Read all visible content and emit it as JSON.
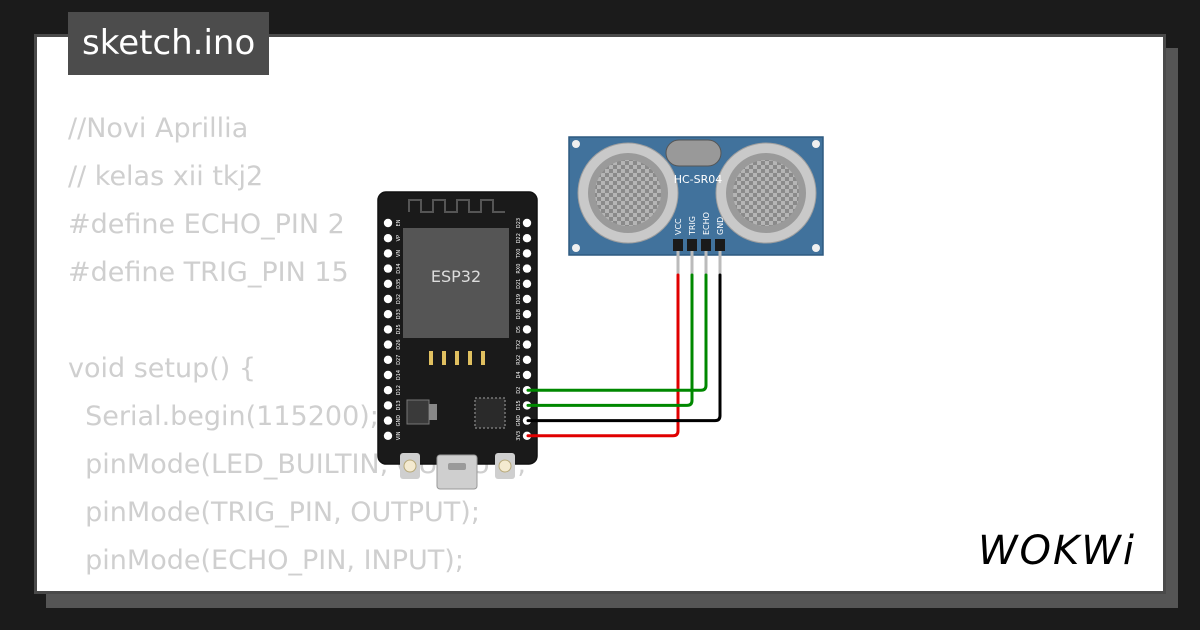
{
  "file_tab": {
    "label": "sketch.ino"
  },
  "code": {
    "lines": [
      "//Novi Aprillia",
      "// kelas xii tkj2",
      "#define ECHO_PIN 2",
      "#define TRIG_PIN 15",
      "",
      "void setup() {",
      "  Serial.begin(115200);",
      "  pinMode(LED_BUILTIN, OUTPUT);",
      "  pinMode(TRIG_PIN, OUTPUT);",
      "  pinMode(ECHO_PIN, INPUT);",
      "}"
    ]
  },
  "esp32": {
    "chip_label": "ESP32",
    "left_pins": [
      "EN",
      "VP",
      "VN",
      "D34",
      "D35",
      "D32",
      "D33",
      "D25",
      "D26",
      "D27",
      "D14",
      "D12",
      "D13",
      "GND",
      "VIN"
    ],
    "right_pins": [
      "D23",
      "D22",
      "TX0",
      "RX0",
      "D21",
      "D19",
      "D18",
      "D5",
      "TX2",
      "RX2",
      "D4",
      "D2",
      "D15",
      "GND",
      "3V3"
    ]
  },
  "sensor": {
    "model_label": "HC-SR04",
    "pins": [
      "VCC",
      "TRIG",
      "ECHO",
      "GND"
    ]
  },
  "wires": [
    {
      "name": "vcc-wire",
      "color": "#e00000"
    },
    {
      "name": "trig-wire",
      "color": "#008800"
    },
    {
      "name": "echo-wire",
      "color": "#008800"
    },
    {
      "name": "gnd-wire",
      "color": "#000000"
    }
  ],
  "brand": {
    "logo_text": "WOKWi"
  },
  "colors": {
    "background": "#1b1b1b",
    "board": "#1a1a1a",
    "chip": "#555555",
    "sensor_board": "#41729c",
    "tab": "#4c4c4c"
  }
}
